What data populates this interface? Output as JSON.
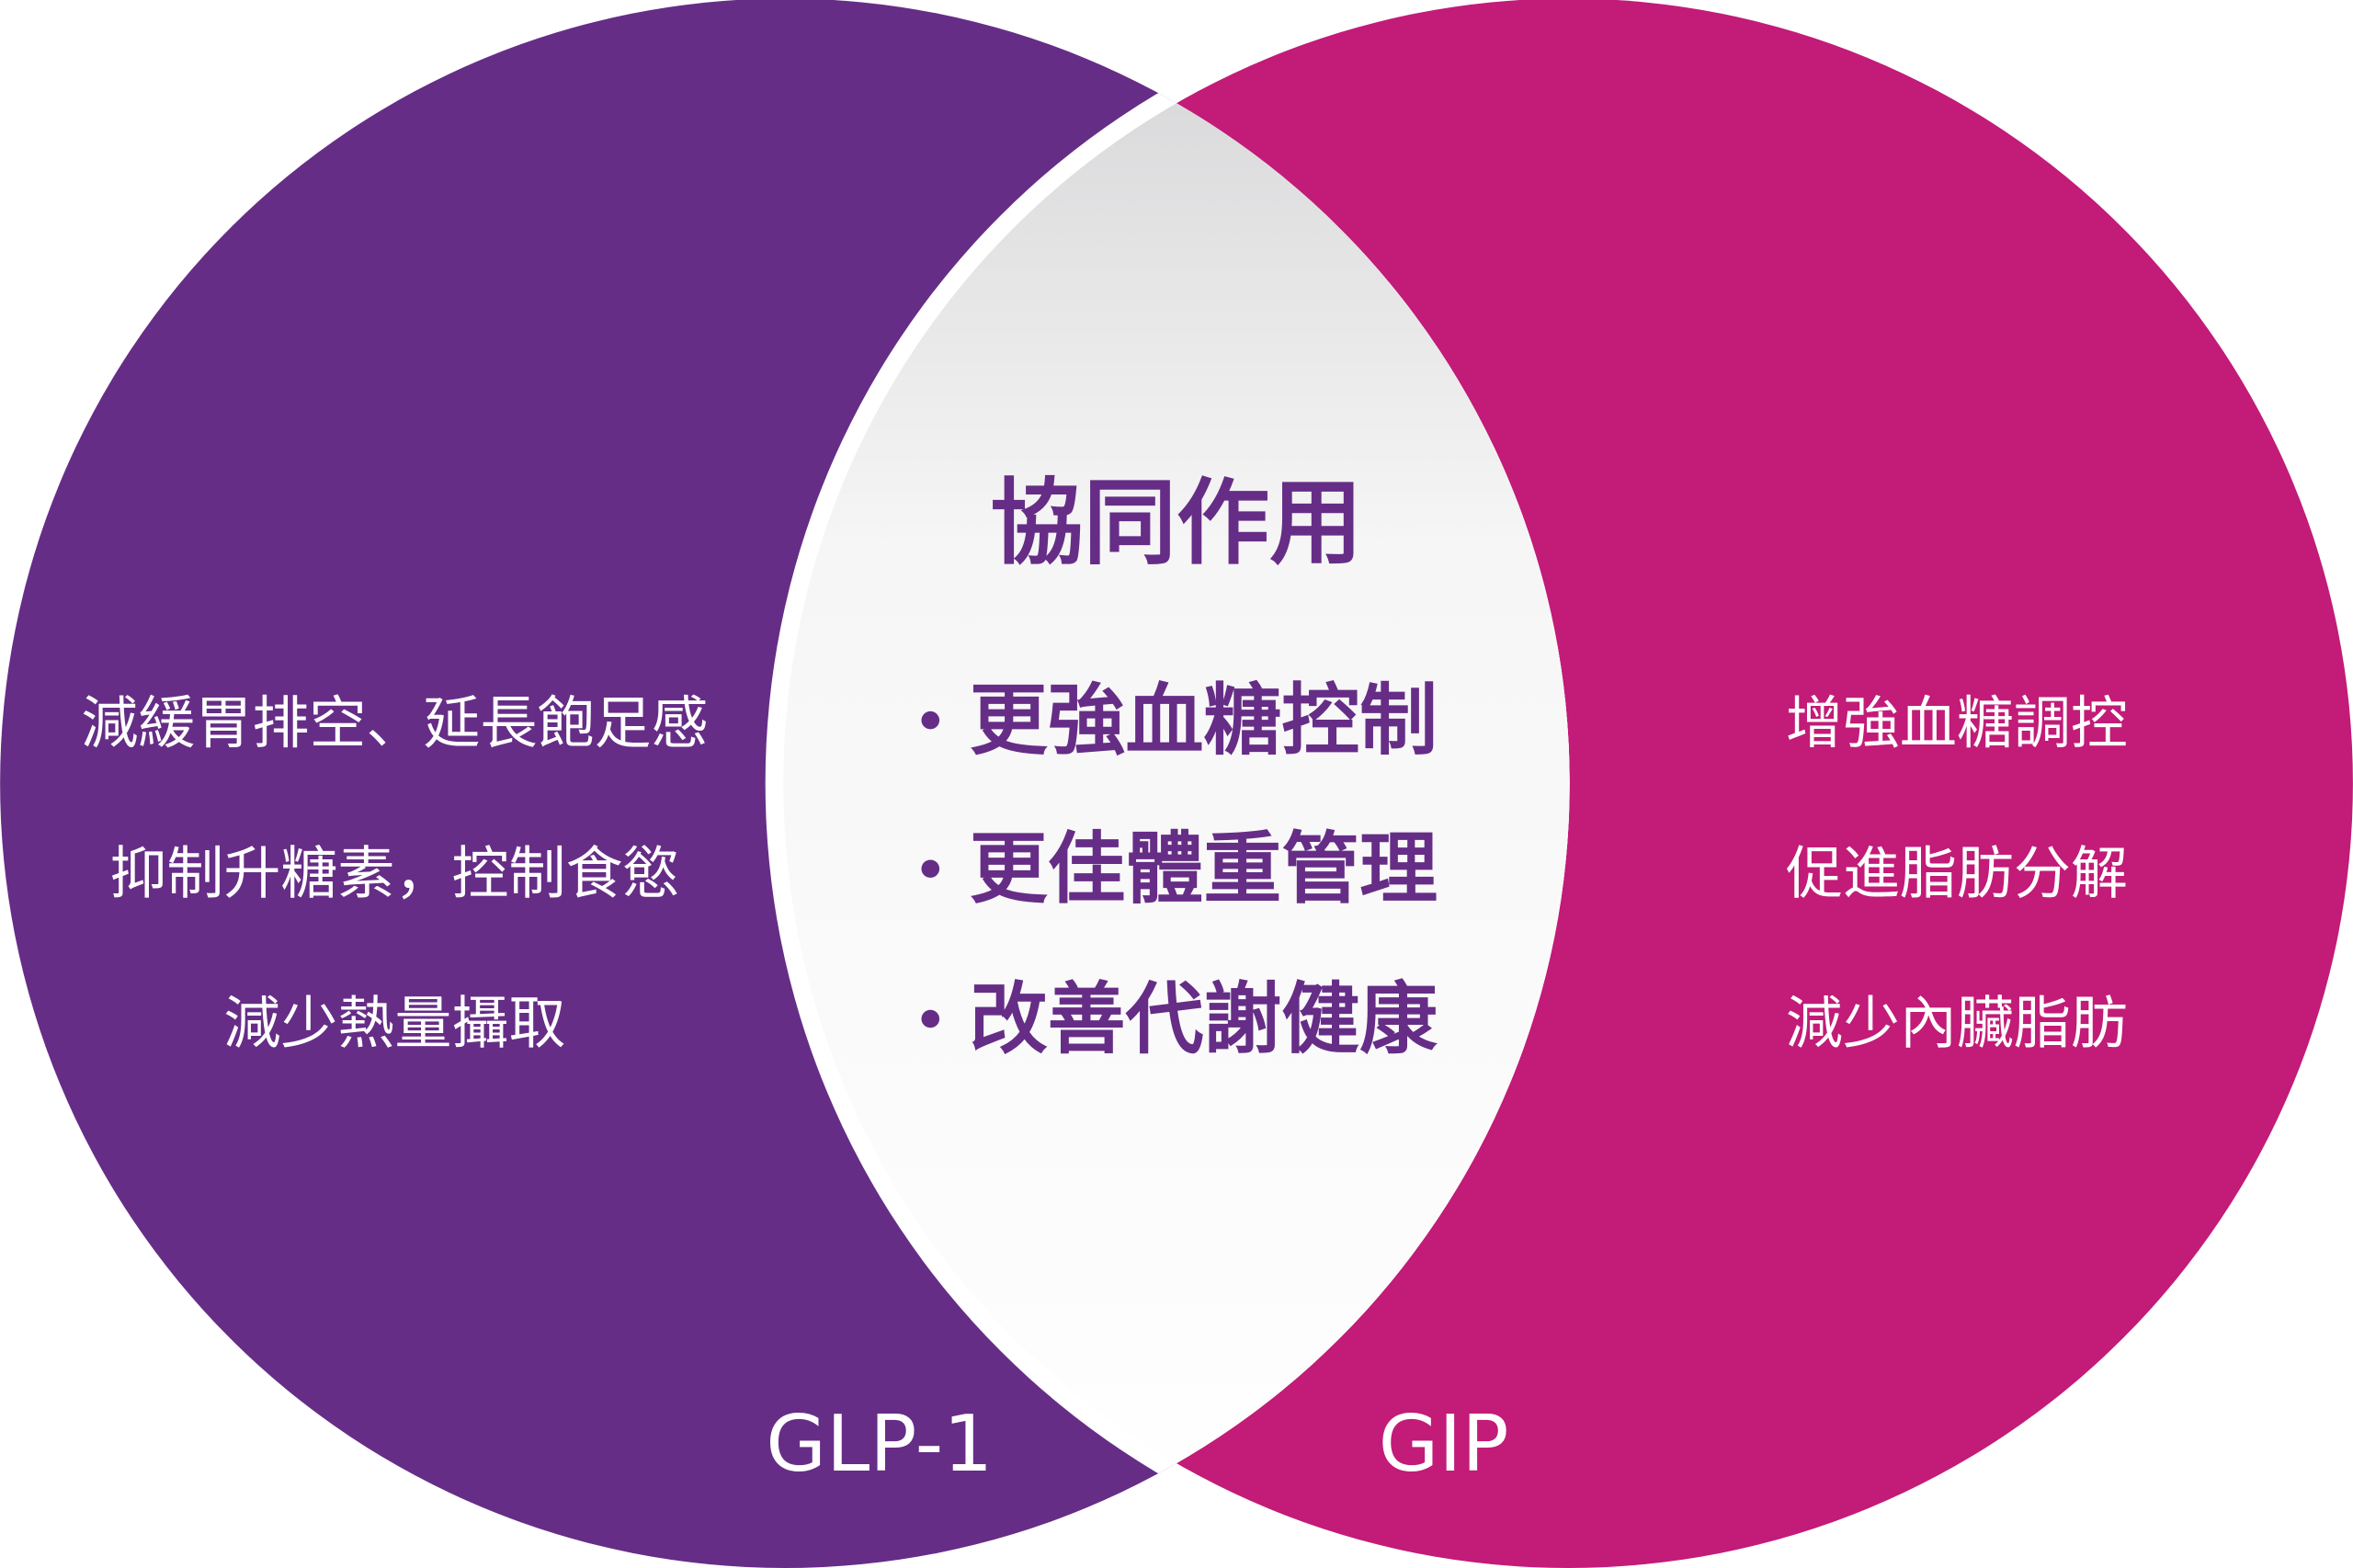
{
  "colors": {
    "glp1": "#662d87",
    "gip": "#c21b78",
    "center_text": "#662d87"
  },
  "left": {
    "label": "GLP-1",
    "items": [
      "減緩胃排空、延長飽足感",
      "抑制升糖素，控制食慾",
      "減少熱量攝取"
    ]
  },
  "right": {
    "label": "GIP",
    "items": [
      "增強血糖調控",
      "促進脂肪分解",
      "減少內臟脂肪"
    ]
  },
  "center": {
    "title": "協同作用",
    "bullets": [
      "更強血糖控制",
      "更佳體重管理",
      "改善代謝健康"
    ]
  }
}
